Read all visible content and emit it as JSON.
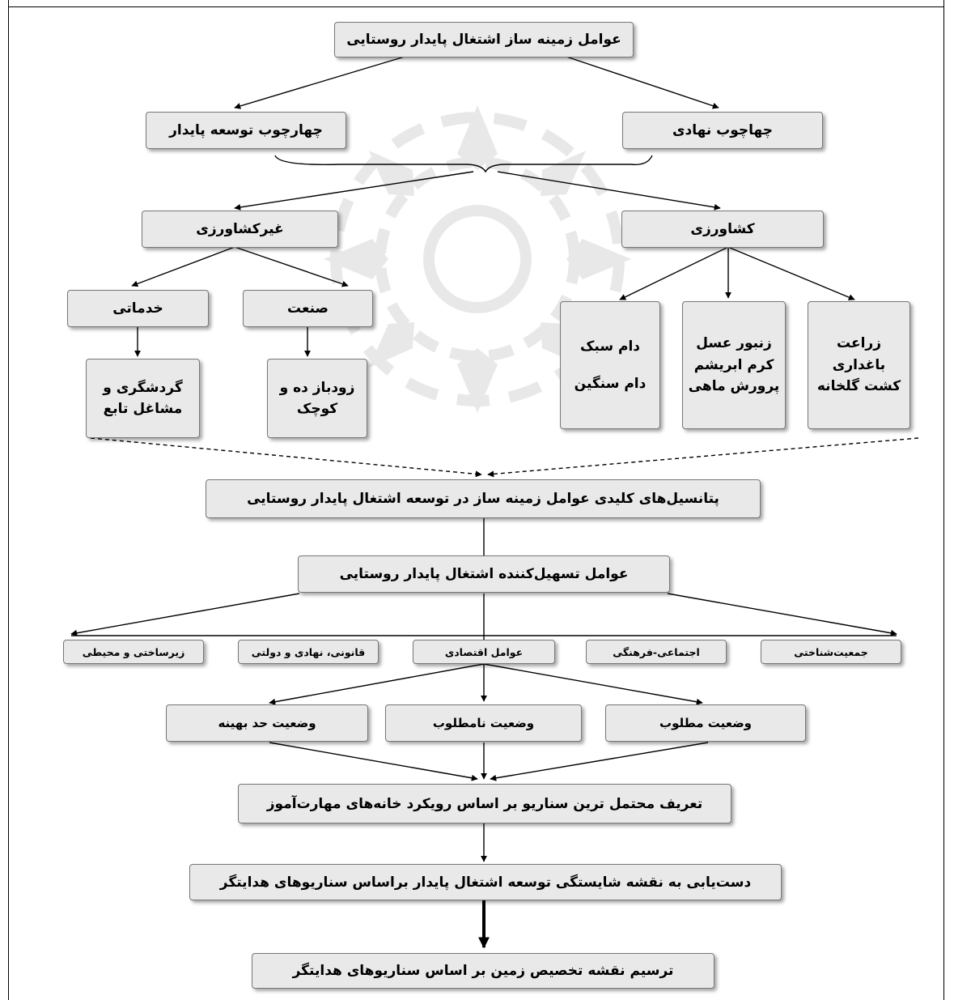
{
  "diagram": {
    "root": "عوامل زمینه ساز اشتغال پایدار روستایی",
    "framework_sustainable": "چهارچوب توسعه پایدار",
    "framework_institutional": "چهاچوب نهادی",
    "non_agriculture": "غیرکشاورزی",
    "agriculture": "کشاورزی",
    "services": "خدماتی",
    "industry": "صنعت",
    "tourism": [
      "گردشگری و",
      "مشاغل تابع"
    ],
    "small_industry": [
      "زودباز ده و",
      "کوچک"
    ],
    "livestock": [
      "دام سبک",
      "",
      "دام سنگین"
    ],
    "beekeeping": [
      "زنبور عسل",
      "کرم ابریشم",
      "پرورش ماهی"
    ],
    "farming": [
      "زراعت",
      "باغداری",
      "کشت گلخانه"
    ],
    "key_potentials": "پتانسیل‌های کلیدی عوامل زمینه ساز در توسعه اشتغال پایدار روستایی",
    "facilitators": "عوامل تسهیل‌کننده اشتغال پایدار روستایی",
    "infrastructure": "زیرساختی و محیطی",
    "legal": "قانونی، نهادی و دولتی",
    "economic": "عوامل اقتصادی",
    "social": "اجتماعی-فرهنگی",
    "demographic": "جمعیت‌شناختی",
    "optimal": "وضعیت حد بهینه",
    "undesirable": "وضعیت نامطلوب",
    "desirable": "وضعیت مطلوب",
    "scenario": "تعریف محتمل ترین سناریو بر اساس رویکرد خانه‌های مهارت‌آموز",
    "competence_map": "دست‌یابی به نقشه شایستگی توسعه اشتغال پایدار براساس سناریوهای هدایتگر",
    "land_map": "ترسیم نقشه تخصیص زمین بر اساس سناریوهای هدایتگر"
  }
}
